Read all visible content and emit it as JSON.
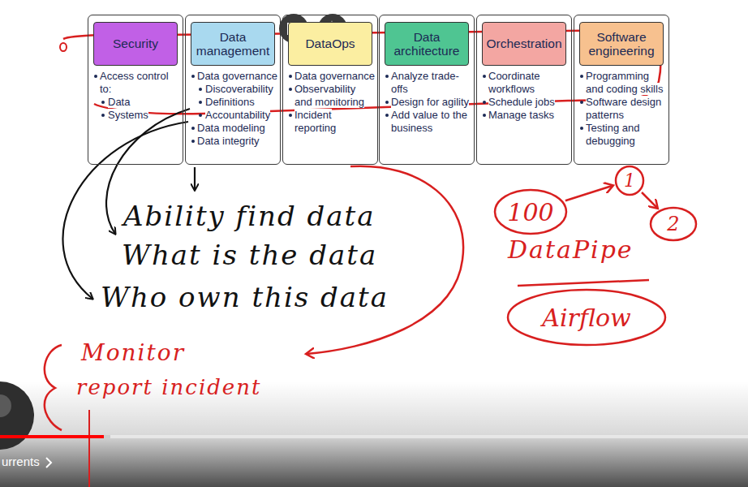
{
  "diagram": {
    "nodes": [
      {
        "text": [
          "Access control to:",
          "Data",
          "Systems"
        ]
      },
      {
        "text": [
          "Security"
        ],
        "in": 0
      },
      {
        "text": [
          "Data governance",
          "Discoverability",
          "Definitions",
          "Accountability",
          "Data modeling",
          "Data integrity"
        ]
      },
      {
        "text": [
          "Data management"
        ],
        "in": 2
      },
      {
        "text": [
          "Data governance",
          "Observability and monitoring",
          "Incident reporting"
        ]
      },
      {
        "text": [
          "DataOps"
        ],
        "in": 4
      },
      {
        "text": [
          "Analyze trade-offs",
          "Design for agility",
          "Add value to the business"
        ]
      },
      {
        "text": [
          "Data architecture"
        ],
        "in": 6
      },
      {
        "text": [
          "Coordinate workflows",
          "Schedule jobs",
          "Manage tasks"
        ]
      },
      {
        "text": [
          "Orchestration"
        ],
        "in": 8
      },
      {
        "text": [
          "Programming and coding skills",
          "Software design patterns",
          "Testing and debugging"
        ]
      },
      {
        "text": [
          "Software engineering"
        ],
        "in": 10
      },
      {
        "text": [
          "100"
        ]
      },
      {
        "text": [
          "1"
        ]
      },
      {
        "text": [
          "2"
        ]
      },
      {
        "text": [
          "Airflow"
        ]
      }
    ],
    "edges": [
      {
        "from": 12,
        "to": 13,
        "arrow": "to"
      },
      {
        "from": 13,
        "to": 14,
        "arrow": "to"
      }
    ],
    "labels": [
      "Ability find data",
      "What is the data",
      "Who own this data",
      "Monitor",
      "report incident",
      "DataPipe",
      "urrents"
    ]
  }
}
